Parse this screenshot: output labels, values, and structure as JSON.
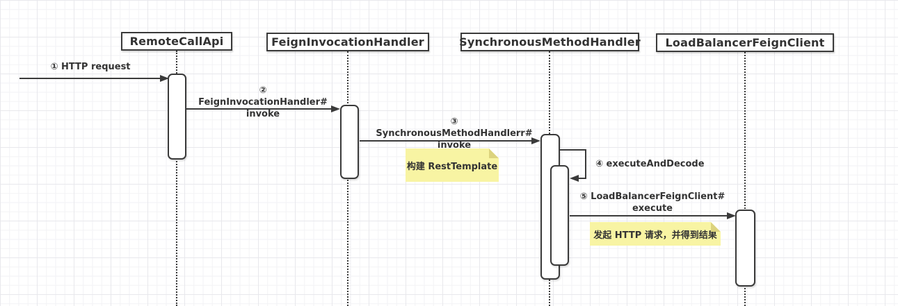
{
  "colors": {
    "background": "#ffffff",
    "grid_minor": "#f2f2f5",
    "grid_major": "#e8e8ec",
    "stroke": "#3a3a3a",
    "text": "#333333",
    "note_bg": "#f8f4a3",
    "note_fold": "#dcd37e",
    "actor_bg": "#ffffff"
  },
  "diagram": {
    "type": "uml-sequence",
    "actors": [
      {
        "name": "RemoteCallApi"
      },
      {
        "name": "FeignInvocationHandler"
      },
      {
        "name": "SynchronousMethodHandler"
      },
      {
        "name": "LoadBalancerFeignClient"
      }
    ],
    "messages": [
      {
        "label": "①  HTTP request",
        "from": "external",
        "to": "RemoteCallApi"
      },
      {
        "label": "② FeignInvocationHandler#\ninvoke",
        "from": "RemoteCallApi",
        "to": "FeignInvocationHandler"
      },
      {
        "label": "③ SynchronousMethodHandlerr#\ninvoke",
        "from": "FeignInvocationHandler",
        "to": "SynchronousMethodHandler"
      },
      {
        "label": "④ executeAndDecode",
        "from": "SynchronousMethodHandler",
        "to": "SynchronousMethodHandler"
      },
      {
        "label": "⑤ LoadBalancerFeignClient#\nexecute",
        "from": "SynchronousMethodHandler",
        "to": "LoadBalancerFeignClient"
      }
    ],
    "notes": [
      {
        "text": "构建 RestTemplate"
      },
      {
        "text": "发起 HTTP 请求，并得到结果"
      }
    ]
  }
}
